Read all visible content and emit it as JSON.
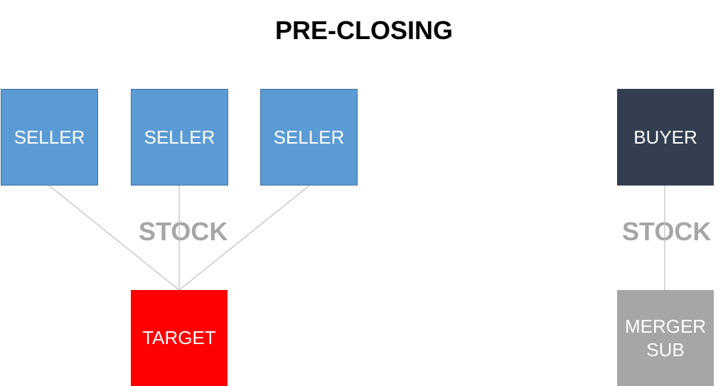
{
  "diagram": {
    "title": "PRE-CLOSING",
    "sellers": [
      {
        "label": "SELLER"
      },
      {
        "label": "SELLER"
      },
      {
        "label": "SELLER"
      }
    ],
    "target": {
      "label": "TARGET"
    },
    "buyer": {
      "label": "BUYER"
    },
    "merger_sub": {
      "label_line1": "MERGER",
      "label_line2": "SUB"
    },
    "left_stock_label": "STOCK",
    "right_stock_label": "STOCK"
  },
  "colors": {
    "seller_fill": "#5b9bd5",
    "target_fill": "#ff0000",
    "buyer_fill": "#333f50",
    "merger_sub_fill": "#a6a6a6",
    "stock_label": "#a6a6a6",
    "connector_line": "#bfbfbf"
  }
}
